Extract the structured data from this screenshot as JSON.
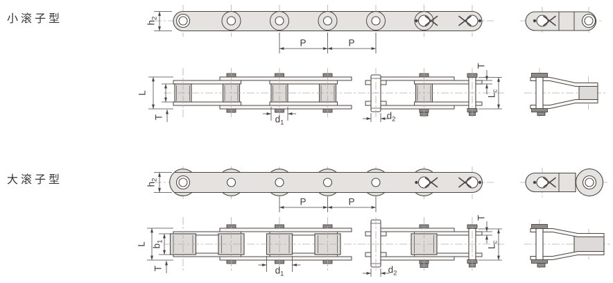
{
  "diagram": {
    "kind": "roller-chain engineering drawing, two chain types with dimension symbols",
    "colors": {
      "outline": "#4a4443",
      "fill": "#e5e3e0",
      "plate": "#f7f6f5",
      "cap": "#8f8b88",
      "centerline": "#b0aca9",
      "text": "#3f3a39",
      "background": "#ffffff"
    }
  },
  "sections": [
    {
      "title": "小滚子型",
      "labels": {
        "h2": {
          "main": "h",
          "sub": "2"
        },
        "p1": {
          "main": "P"
        },
        "p2": {
          "main": "P"
        },
        "L": {
          "main": "L"
        },
        "T_left": {
          "main": "T"
        },
        "d1": {
          "main": "d",
          "sub": "1"
        },
        "d2": {
          "main": "d",
          "sub": "2"
        },
        "T_right": {
          "main": "T"
        },
        "Lc": {
          "main": "L",
          "sub": "c"
        }
      }
    },
    {
      "title": "大滚子型",
      "labels": {
        "h2": {
          "main": "h",
          "sub": "2"
        },
        "p1": {
          "main": "P"
        },
        "p2": {
          "main": "P"
        },
        "L": {
          "main": "L"
        },
        "b1": {
          "main": "b",
          "sub": "1"
        },
        "T_left": {
          "main": "T"
        },
        "d1": {
          "main": "d",
          "sub": "1"
        },
        "d2": {
          "main": "d",
          "sub": "2"
        },
        "T_right": {
          "main": "T"
        },
        "Lc": {
          "main": "L",
          "sub": "c"
        }
      }
    }
  ]
}
